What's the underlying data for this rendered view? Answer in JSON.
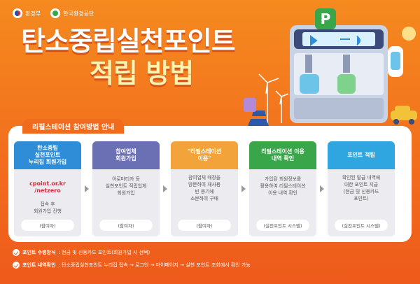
{
  "logos": [
    {
      "name": "환경부",
      "icon": "government-emblem-icon"
    },
    {
      "name": "한국환경공단",
      "icon": "keco-logo-icon"
    }
  ],
  "title": {
    "line1": "탄소중립실천포인트",
    "line2": "적립 방법"
  },
  "illustration": {
    "badge": "P"
  },
  "panel": {
    "tab": "리필스테이션 참여방법 안내",
    "steps": [
      {
        "title": "탄소중립\n실천포인트\n누리집 회원가입",
        "highlight": "cpoint.or.kr\n/netzero",
        "body": "접속 후\n회원가입 진행",
        "foot": "(참여자)",
        "color": "#2f8cd6"
      },
      {
        "title": "참여업체\n회원가입",
        "highlight": "",
        "body": "아로마티카 등\n실천포인트 적립업체\n회원가입",
        "foot": "(참여자)",
        "color": "#6b6fb3"
      },
      {
        "title": "\"리필스테이션\n이용\"",
        "highlight": "",
        "body": "참여업체 매장을\n방문하여 재사용\n빈 용기에\n소분하여 구매",
        "foot": "(참여자)",
        "color": "#f2a43a"
      },
      {
        "title": "리필스테이션 이용\n내역 확인",
        "highlight": "",
        "body": "가입된 회원정보를\n활용하여 리필스테이션\n이용 내역 확인",
        "foot": "(실천포인트 시스템)",
        "color": "#3aa64a"
      },
      {
        "title": "포인트 적립",
        "highlight": "",
        "body": "확인된 발급 내역에\n대한 포인트 지급\n(현금 및 신용카드\n포인트)",
        "foot": "(실천포인트 시스템)",
        "color": "#2fa6e0"
      }
    ]
  },
  "notes": [
    {
      "label": "포인트 수령방식",
      "text": ": 현금 및 신용카드 포인트(회원가입 시 선택)"
    },
    {
      "label": "포인트 내역확인",
      "text": ": 탄소중립실천포인트 누리집 접속 → 로그인 → 마이페이지 → 실천 포인트 조회에서 확인 가능"
    }
  ]
}
